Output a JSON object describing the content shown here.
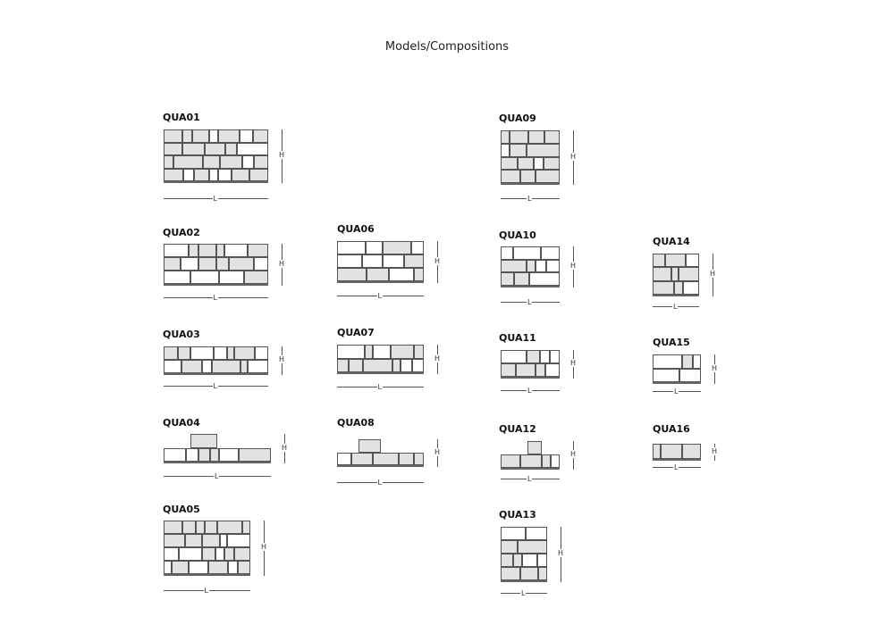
{
  "title": "Models/Compositions",
  "dimension_labels": {
    "height": "H",
    "length": "L"
  },
  "models": [
    "QUA01",
    "QUA02",
    "QUA03",
    "QUA04",
    "QUA05",
    "QUA06",
    "QUA07",
    "QUA08",
    "QUA09",
    "QUA10",
    "QUA11",
    "QUA12",
    "QUA13",
    "QUA14",
    "QUA15",
    "QUA16"
  ],
  "colors": {
    "filled": "#e2e2e2",
    "empty": "#ffffff",
    "outline": "#555555"
  }
}
